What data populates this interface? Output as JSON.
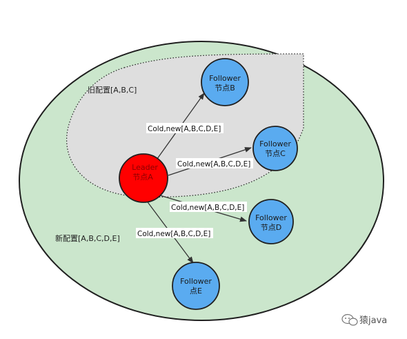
{
  "regions": {
    "new_config_label": "新配置[A,B,C,D,E]",
    "old_config_label": "旧配置[A,B,C]"
  },
  "nodes": {
    "a": {
      "role": "Leader",
      "name": "节点A",
      "color": "#ff0000"
    },
    "b": {
      "role": "Follower",
      "name": "节点B",
      "color": "#5aabf0"
    },
    "c": {
      "role": "Follower",
      "name": "节点C",
      "color": "#5aabf0"
    },
    "d": {
      "role": "Follower",
      "name": "节点D",
      "color": "#5aabf0"
    },
    "e": {
      "role": "Follower",
      "name": "点E",
      "color": "#5aabf0"
    }
  },
  "edges": {
    "ab": "Cold,new[A,B,C,D,E]",
    "ac": "Cold,new[A,B,C,D,E]",
    "ad": "Cold,new[A,B,C,D,E]",
    "ae": "Cold,new[A,B,C,D,E]"
  },
  "colors": {
    "outer_region": "#cbe6cc",
    "inner_region": "#dedede"
  },
  "watermark": {
    "text": "猿java"
  }
}
